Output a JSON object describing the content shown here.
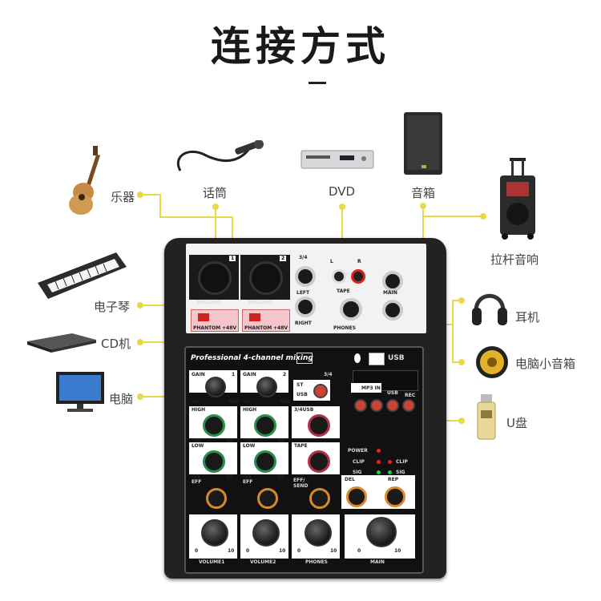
{
  "title": "连接方式",
  "labels": {
    "instrument": "乐器",
    "microphone": "话筒",
    "dvd": "DVD",
    "speaker": "音箱",
    "trolley_speaker": "拉杆音响",
    "keyboard": "电子琴",
    "cd": "CD机",
    "computer": "电脑",
    "headphones": "耳机",
    "pc_speaker": "电脑小音箱",
    "usb_drive": "U盘"
  },
  "mixer": {
    "panel_title": "Professional 4-channel mixing",
    "ch1": "1",
    "ch2": "2",
    "ch34": "3/4",
    "mic_line": "MIC/LINE",
    "phantom": "PHANTOM",
    "plus48v": "+48V",
    "left": "LEFT",
    "right": "RIGHT",
    "tape": "TAPE",
    "tape_l": "L",
    "tape_r": "R",
    "main": "MAIN",
    "phones": "PHONES",
    "usb": "USB",
    "gain": "GAIN",
    "high": "HIGH",
    "low": "LOW",
    "eff": "EFF",
    "eff_send": "EFF/ SEND",
    "del": "DEL",
    "rep": "REP",
    "st": "ST",
    "usb_btn": "USB",
    "usb34": "3/4USB",
    "tape_knob": "TAPE",
    "power": "POWER",
    "clip": "CLIP",
    "sig": "SIG",
    "rec": "REC",
    "mp3in": "MP3 IN",
    "volume1": "VOLUME1",
    "volume2": "VOLUME2",
    "phones_knob": "PHONES",
    "main_knob": "MAIN",
    "scale_min": "0",
    "scale_max": "10",
    "gain_min": "-60",
    "gain_max": "0dB",
    "eq_min": "-15",
    "eq_max": "15"
  }
}
